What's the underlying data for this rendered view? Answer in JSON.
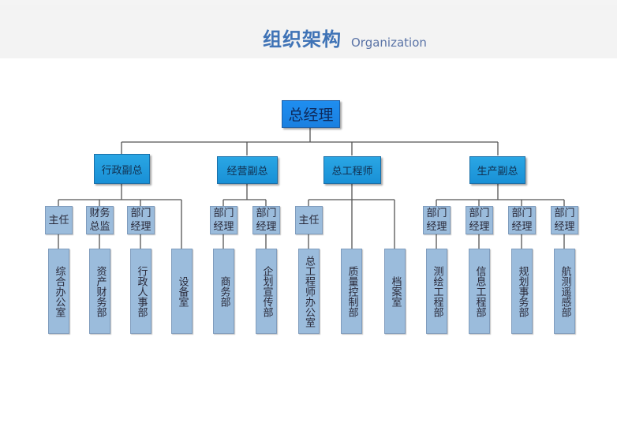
{
  "header": {
    "title": "组织架构",
    "subtitle": "Organization"
  },
  "colors": {
    "header_bg": "#f3f3f3",
    "title": "#3f73b6",
    "top_node": "#1f8ef0",
    "mid_node": "#2aa6e4",
    "sub_node": "#9bbcdc",
    "connector": "#555555"
  },
  "org": {
    "root": "总经理",
    "divisions": [
      {
        "name": "行政副总",
        "units": [
          {
            "manager": "主任",
            "department": "综合办公室"
          },
          {
            "manager": "财务总监",
            "department": "资产财务部"
          },
          {
            "manager": "部门经理",
            "department": "行政人事部"
          },
          {
            "manager": null,
            "department": "设备室"
          }
        ]
      },
      {
        "name": "经营副总",
        "units": [
          {
            "manager": "部门经理",
            "department": "商务部"
          },
          {
            "manager": "部门经理",
            "department": "企划宣传部"
          }
        ]
      },
      {
        "name": "总工程师",
        "units": [
          {
            "manager": "主任",
            "department": "总工程师办公室"
          },
          {
            "manager": null,
            "department": "质量控制部"
          },
          {
            "manager": null,
            "department": "档案室"
          }
        ]
      },
      {
        "name": "生产副总",
        "units": [
          {
            "manager": "部门经理",
            "department": "测绘工程部"
          },
          {
            "manager": "部门经理",
            "department": "信息工程部"
          },
          {
            "manager": "部门经理",
            "department": "规划事务部"
          },
          {
            "manager": "部门经理",
            "department": "航测遥感部"
          }
        ]
      }
    ]
  }
}
